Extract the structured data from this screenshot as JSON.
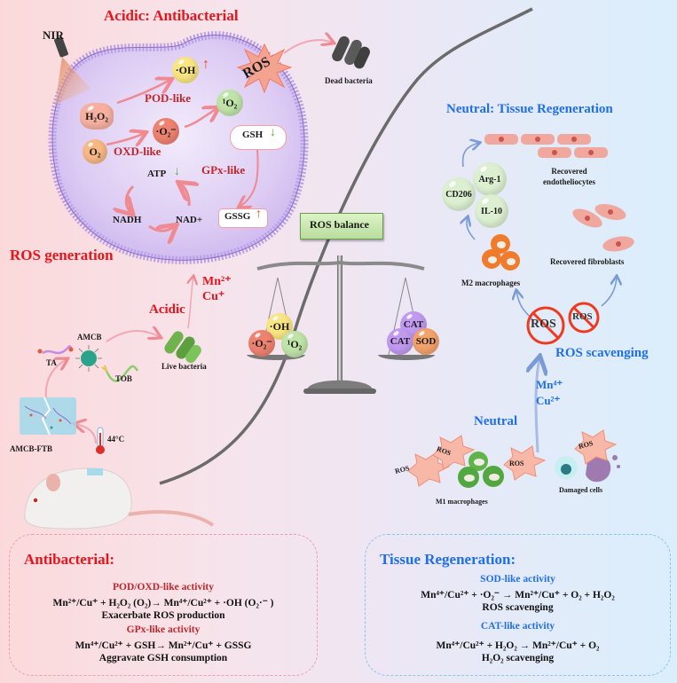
{
  "colors": {
    "acidic_red": "#e8141b",
    "dark_red": "#c0262b",
    "neutral_blue": "#1f6fe8",
    "cell_purple": "#d9c8f2",
    "oh_yellow": "#f9e583",
    "superoxide_red": "#ee8270",
    "singlet_green": "#bfe3a8",
    "o2_orange": "#f7b884",
    "cat_purple": "#c19af0",
    "sod_orange": "#f3a26b",
    "ros_balance_box": "#cdebb3"
  },
  "top_left": {
    "title": "Acidic: Antibacterial",
    "nir_label": "NIR",
    "section_label": "ROS generation",
    "ros_burst": "ROS",
    "dead_bacteria_label": "Dead bacteria",
    "cell": {
      "h2o2": "H₂O₂",
      "o2": "O₂",
      "oh": "·OH",
      "superoxide": "·O₂⁻",
      "singlet": "¹O₂",
      "pod_like": "POD-like",
      "oxd_like": "OXD-like",
      "gpx_like": "GPx-like",
      "gsh": "GSH",
      "gssg": "GSSG",
      "atp": "ATP",
      "nadh": "NADH",
      "nad_plus": "NAD+",
      "oh_trend": "up",
      "gsh_trend": "down",
      "gssg_trend": "up",
      "atp_trend": "down"
    }
  },
  "left_pathway": {
    "acidic_label": "Acidic",
    "ions": [
      "Mn²⁺",
      "Cu⁺"
    ],
    "amcb_label": "AMCB",
    "ta_label": "TA",
    "tob_label": "TOB",
    "live_bacteria_label": "Live bacteria",
    "hydrogel_label": "AMCB-FTB",
    "temperature": "44°C"
  },
  "balance": {
    "title": "ROS balance",
    "left_pan": [
      "·OH",
      "·O₂⁻",
      "¹O₂"
    ],
    "right_pan": [
      "CAT",
      "CAT",
      "SOD"
    ]
  },
  "right": {
    "title": "Neutral: Tissue Regeneration",
    "markers": [
      "Arg-1",
      "CD206",
      "IL-10"
    ],
    "endothelio_label": [
      "Recovered",
      "endotheliocytes"
    ],
    "fibroblast_label": "Recovered fibroblasts",
    "m2_label": "M2 macrophages",
    "ros_scavenging_label": "ROS scavenging",
    "crossed_ros": [
      "ROS",
      "ROS"
    ],
    "ions": [
      "Mn⁴⁺",
      "Cu²⁺"
    ],
    "neutral_label": "Neutral",
    "m1_label": "M1 macrophages",
    "damaged_label": "Damaged cells",
    "ros_bursts": [
      "ROS",
      "ROS",
      "ROS",
      "ROS"
    ]
  },
  "panels": {
    "antibacterial": {
      "title": "Antibacterial:",
      "lines": [
        {
          "text": "POD/OXD-like activity",
          "style": "dred"
        },
        {
          "text": "Mn²⁺/Cu⁺ + H₂O₂ (O₂)→ Mn⁴⁺/Cu²⁺ + ·OH (O₂·⁻ )",
          "style": "black"
        },
        {
          "text": "Exacerbate ROS production",
          "style": "black"
        },
        {
          "text": "GPx-like activity",
          "style": "dred"
        },
        {
          "text": "Mn⁴⁺/Cu²⁺ + GSH→ Mn²⁺/Cu⁺ + GSSG",
          "style": "black"
        },
        {
          "text": "Aggravate GSH consumption",
          "style": "black"
        }
      ]
    },
    "tissue": {
      "title": "Tissue Regeneration:",
      "lines": [
        {
          "text": "SOD-like activity",
          "style": "blue"
        },
        {
          "text": "Mn⁴⁺/Cu²⁺ + ·O₂⁻ → Mn²⁺/Cu⁺ + O₂ + H₂O₂",
          "style": "black"
        },
        {
          "text": "ROS scavenging",
          "style": "black"
        },
        {
          "text": "CAT-like activity",
          "style": "blue"
        },
        {
          "text": "Mn⁴⁺/Cu²⁺ + H₂O₂ → Mn²⁺/Cu⁺ + O₂",
          "style": "black"
        },
        {
          "text": "H₂O₂  scavenging",
          "style": "black"
        }
      ]
    }
  }
}
